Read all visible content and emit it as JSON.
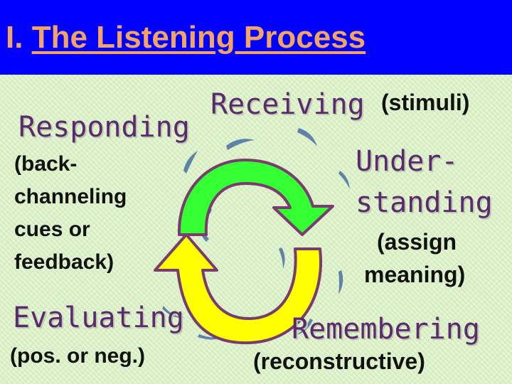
{
  "title": {
    "numeral": "I.",
    "text": "The Listening Process"
  },
  "stages": {
    "receiving": "Receiving",
    "stimuli": "(stimuli)",
    "understanding_line1": "Under-",
    "understanding_line2": "standing",
    "assign_line1": "(assign",
    "assign_line2": "meaning)",
    "remembering": "Remembering",
    "reconstructive": "(reconstructive)",
    "evaluating": "Evaluating",
    "pos_neg": "(pos. or neg.)",
    "responding": "Responding",
    "back_line1": "(back-",
    "back_line2": "channeling",
    "back_line3": "cues or",
    "back_line4": "feedback)"
  },
  "colors": {
    "title_bar": "#0000ff",
    "title_text": "#f4a460",
    "stage_text": "#5b2a6e",
    "arrow_green": "#33ff33",
    "arrow_yellow": "#ffff00",
    "arrow_outline": "#7a3b6e",
    "swirl": "#4a6fa5"
  }
}
